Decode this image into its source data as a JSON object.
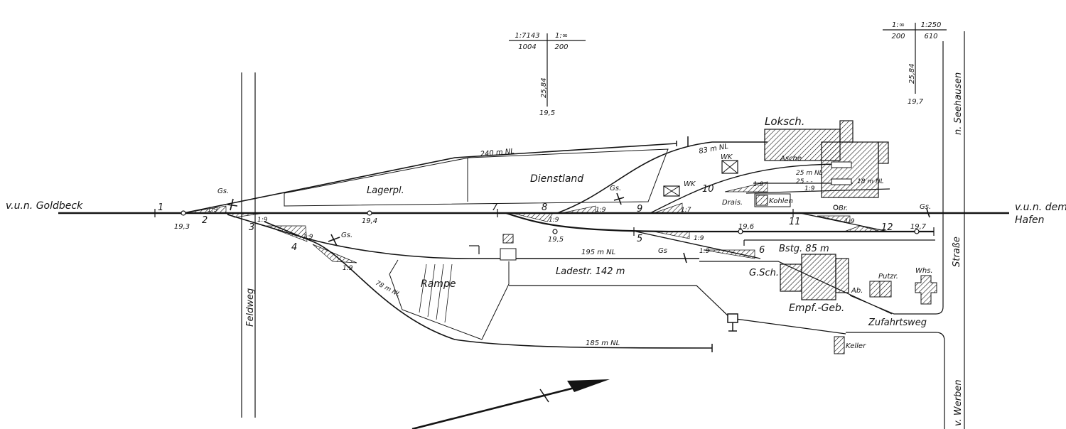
{
  "directions": {
    "west": "v.u.n. Goldbeck",
    "east_top": "v.u.n. dem",
    "east_bottom": "Hafen",
    "north_road": "n. Seehausen",
    "south_road": "v. Werben"
  },
  "roads": {
    "feldweg": "Feldweg",
    "strasse": "Straße",
    "zufahrtsweg": "Zufahrtsweg"
  },
  "areas": {
    "lagerplatz": "Lagerpl.",
    "dienstland": "Dienstland",
    "rampe": "Rampe",
    "ladestrasse": "Ladestr. 142 m",
    "bahnsteig": "Bstg. 85 m"
  },
  "buildings": {
    "lokschuppen": "Loksch.",
    "asche": "Asche",
    "wk1": "WK",
    "wk2": "WK",
    "drais": "Drais.",
    "kohlen": "Kohlen",
    "bruecke": "Br.",
    "gueterschuppen": "G.Sch.",
    "empfangsgebaeude": "Empf.-Geb.",
    "abort": "Ab.",
    "putzraum": "Putzr.",
    "wohnhaus": "Whs.",
    "keller": "Keller"
  },
  "track_lengths": {
    "t240": "240 m NL",
    "t83": "83 m NL",
    "t25a": "25 m NL",
    "t25b": "25 -  -",
    "t18": "18 m NL",
    "t195": "195 m NL",
    "t185": "185 m NL",
    "t78": "78 m NL"
  },
  "switches": [
    "1",
    "2",
    "3",
    "4",
    "5",
    "6",
    "7",
    "8",
    "9",
    "10",
    "11",
    "12"
  ],
  "km_marks": [
    "19,3",
    "19,4",
    "19,5",
    "19,6",
    "19,7"
  ],
  "ratios": {
    "r1": "1:9",
    "r2": "1:9",
    "r3": "1:9",
    "r4": "1:9",
    "r5": "1:9",
    "r6": "1:9",
    "r7": "1:9",
    "r8": "1:9",
    "r9": "1:9",
    "r10": "1:9",
    "r11": "1:9",
    "r12": "1:7"
  },
  "gs_labels": [
    "Gs.",
    "Gs.",
    "Gs.",
    "Gs",
    "Gs."
  ],
  "gradient_markers": [
    {
      "left_top": "1:7143",
      "left_bottom": "1004",
      "right_top": "1:∞",
      "right_bottom": "200",
      "elevation": "25,84",
      "km": "19,5"
    },
    {
      "left_top": "1:∞",
      "left_bottom": "200",
      "right_top": "1:250",
      "right_bottom": "610",
      "elevation": "25,84",
      "km": "19,7"
    }
  ]
}
